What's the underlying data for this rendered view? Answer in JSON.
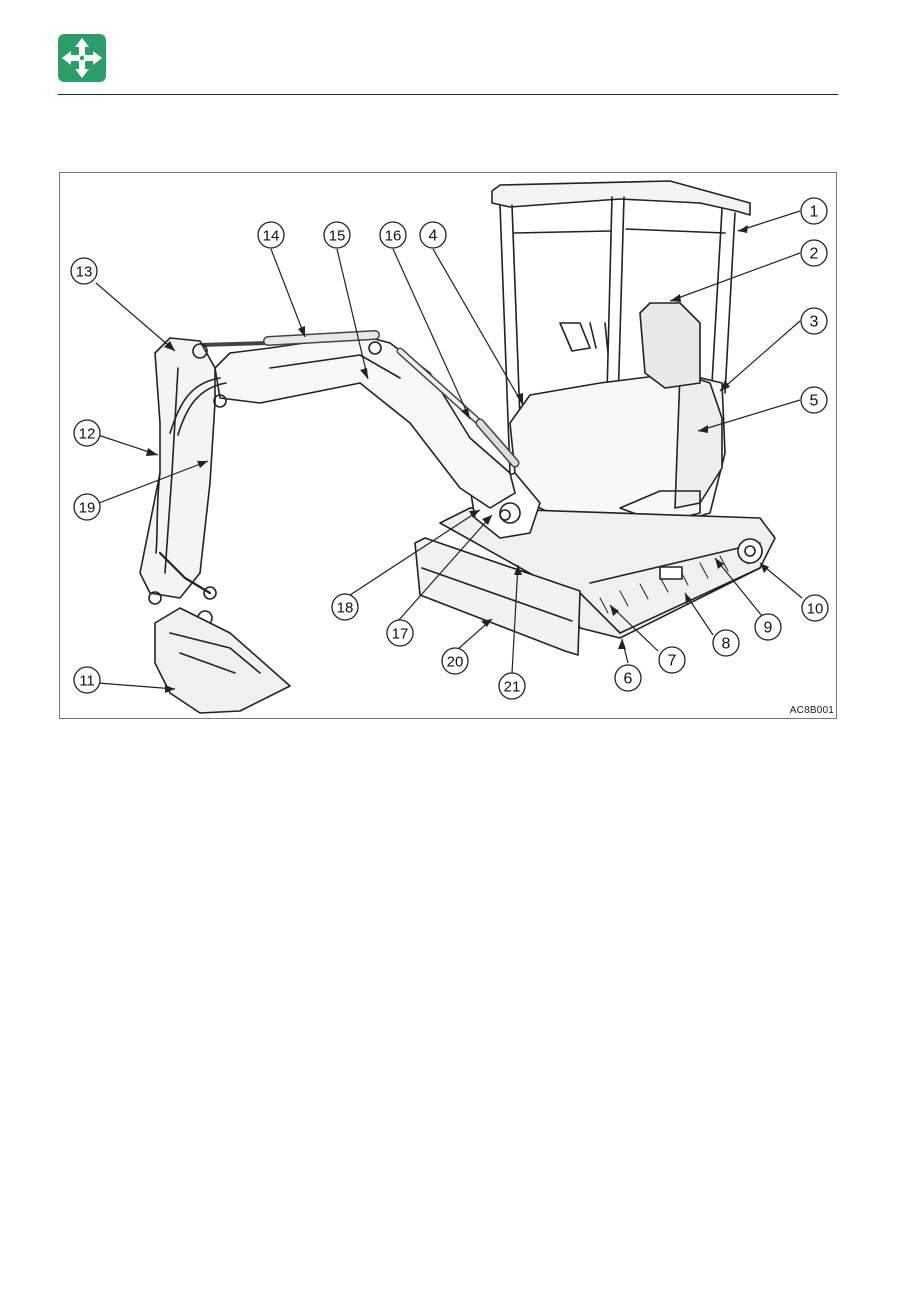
{
  "header": {
    "logo_icon": "move-arrows-icon",
    "logo_color": "#2a9d68"
  },
  "figure": {
    "code": "AC8B001",
    "callouts": [
      {
        "n": "1"
      },
      {
        "n": "2"
      },
      {
        "n": "3"
      },
      {
        "n": "4"
      },
      {
        "n": "5"
      },
      {
        "n": "6"
      },
      {
        "n": "7"
      },
      {
        "n": "8"
      },
      {
        "n": "9"
      },
      {
        "n": "10"
      },
      {
        "n": "11"
      },
      {
        "n": "12"
      },
      {
        "n": "13"
      },
      {
        "n": "14"
      },
      {
        "n": "15"
      },
      {
        "n": "16"
      },
      {
        "n": "17"
      },
      {
        "n": "18"
      },
      {
        "n": "19"
      },
      {
        "n": "20"
      },
      {
        "n": "21"
      }
    ]
  }
}
